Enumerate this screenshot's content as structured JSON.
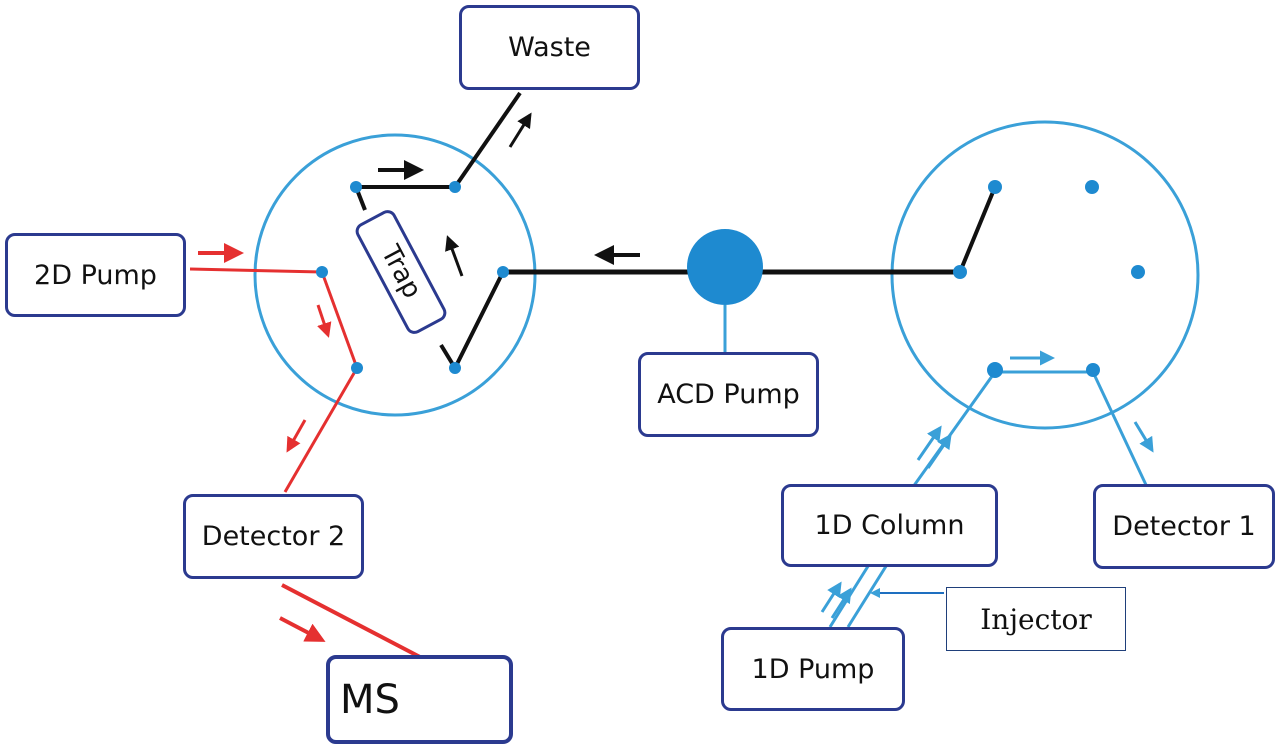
{
  "colors": {
    "valve_outline": "#1e90d0",
    "port": "#1e8ad0",
    "box_border": "#2b3a8f",
    "black_path": "#111111",
    "red_path": "#e53030",
    "blue_path": "#3aa0d8"
  },
  "labels": {
    "waste": "Waste",
    "pump_2d": "2D Pump",
    "trap": "Trap",
    "acd_pump": "ACD Pump",
    "detector_2": "Detector 2",
    "ms": "MS",
    "column_1d": "1D Column",
    "detector_1": "Detector 1",
    "injector": "Injector",
    "pump_1d": "1D Pump"
  }
}
